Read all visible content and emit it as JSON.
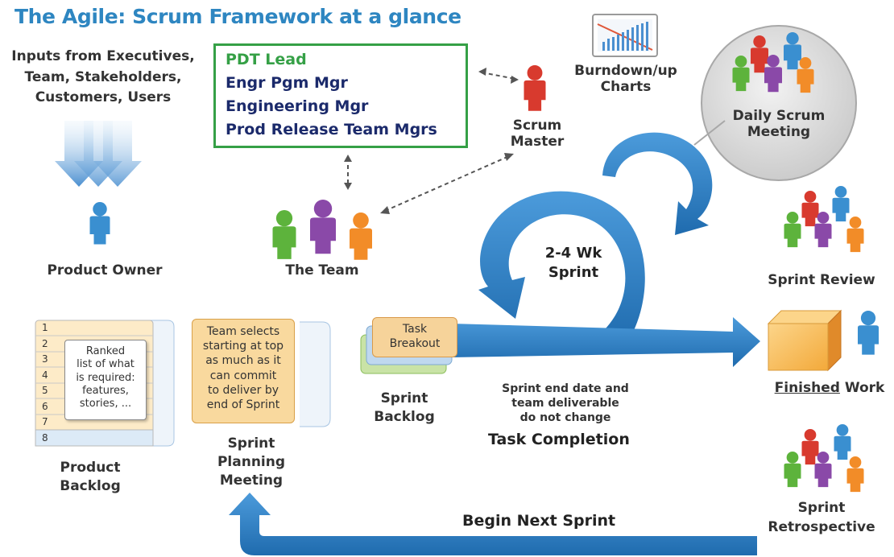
{
  "title": "The Agile: Scrum Framework at a glance",
  "inputs": [
    "Inputs from Executives,",
    "Team, Stakeholders,",
    "Customers, Users"
  ],
  "pdt_box": {
    "lines": [
      "PDT Lead",
      "Engr Pgm Mgr",
      "Engineering Mgr",
      "Prod Release Team Mgrs"
    ],
    "border_color": "#35A046",
    "lead_color": "#35A046",
    "text_color": "#1B2A6B"
  },
  "burndown": [
    "Burndown/up",
    "Charts"
  ],
  "scrum_master": [
    "Scrum",
    "Master"
  ],
  "daily_scrum": [
    "Daily Scrum",
    "Meeting"
  ],
  "product_owner": "Product Owner",
  "the_team": "The Team",
  "sprint_cycle": [
    "2-4 Wk",
    "Sprint"
  ],
  "sprint_review": "Sprint Review",
  "product_backlog": {
    "numbers": [
      "1",
      "2",
      "3",
      "4",
      "5",
      "6",
      "7",
      "8"
    ],
    "ranked_text": [
      "Ranked",
      "list of what",
      "is required:",
      "features,",
      "stories, ..."
    ],
    "label": [
      "Product",
      "Backlog"
    ]
  },
  "planning": {
    "box_text": [
      "Team selects",
      "starting at top",
      "as much as it",
      "can commit",
      "to deliver by",
      "end of Sprint"
    ],
    "label": [
      "Sprint",
      "Planning",
      "Meeting"
    ]
  },
  "sprint_backlog": {
    "breakout": [
      "Task",
      "Breakout"
    ],
    "label": [
      "Sprint",
      "Backlog"
    ]
  },
  "sprint_notes": [
    "Sprint end date and",
    "team deliverable",
    "do not change"
  ],
  "task_completion": "Task Completion",
  "finished_work": {
    "underlined": "Finished",
    "rest": " Work"
  },
  "retrospective": [
    "Sprint",
    "Retrospective"
  ],
  "next_sprint": "Begin Next Sprint",
  "colors": {
    "title": "#2E86C1",
    "arrow_blue": "#2F7FC1",
    "box_orange": "#F6D39A",
    "person_blue": "#3A8FD0",
    "person_red": "#D83A2E",
    "person_green": "#5DB33C",
    "person_purple": "#8A49A8",
    "person_orange": "#F28C28",
    "person_gray": "#8A8A8A"
  }
}
